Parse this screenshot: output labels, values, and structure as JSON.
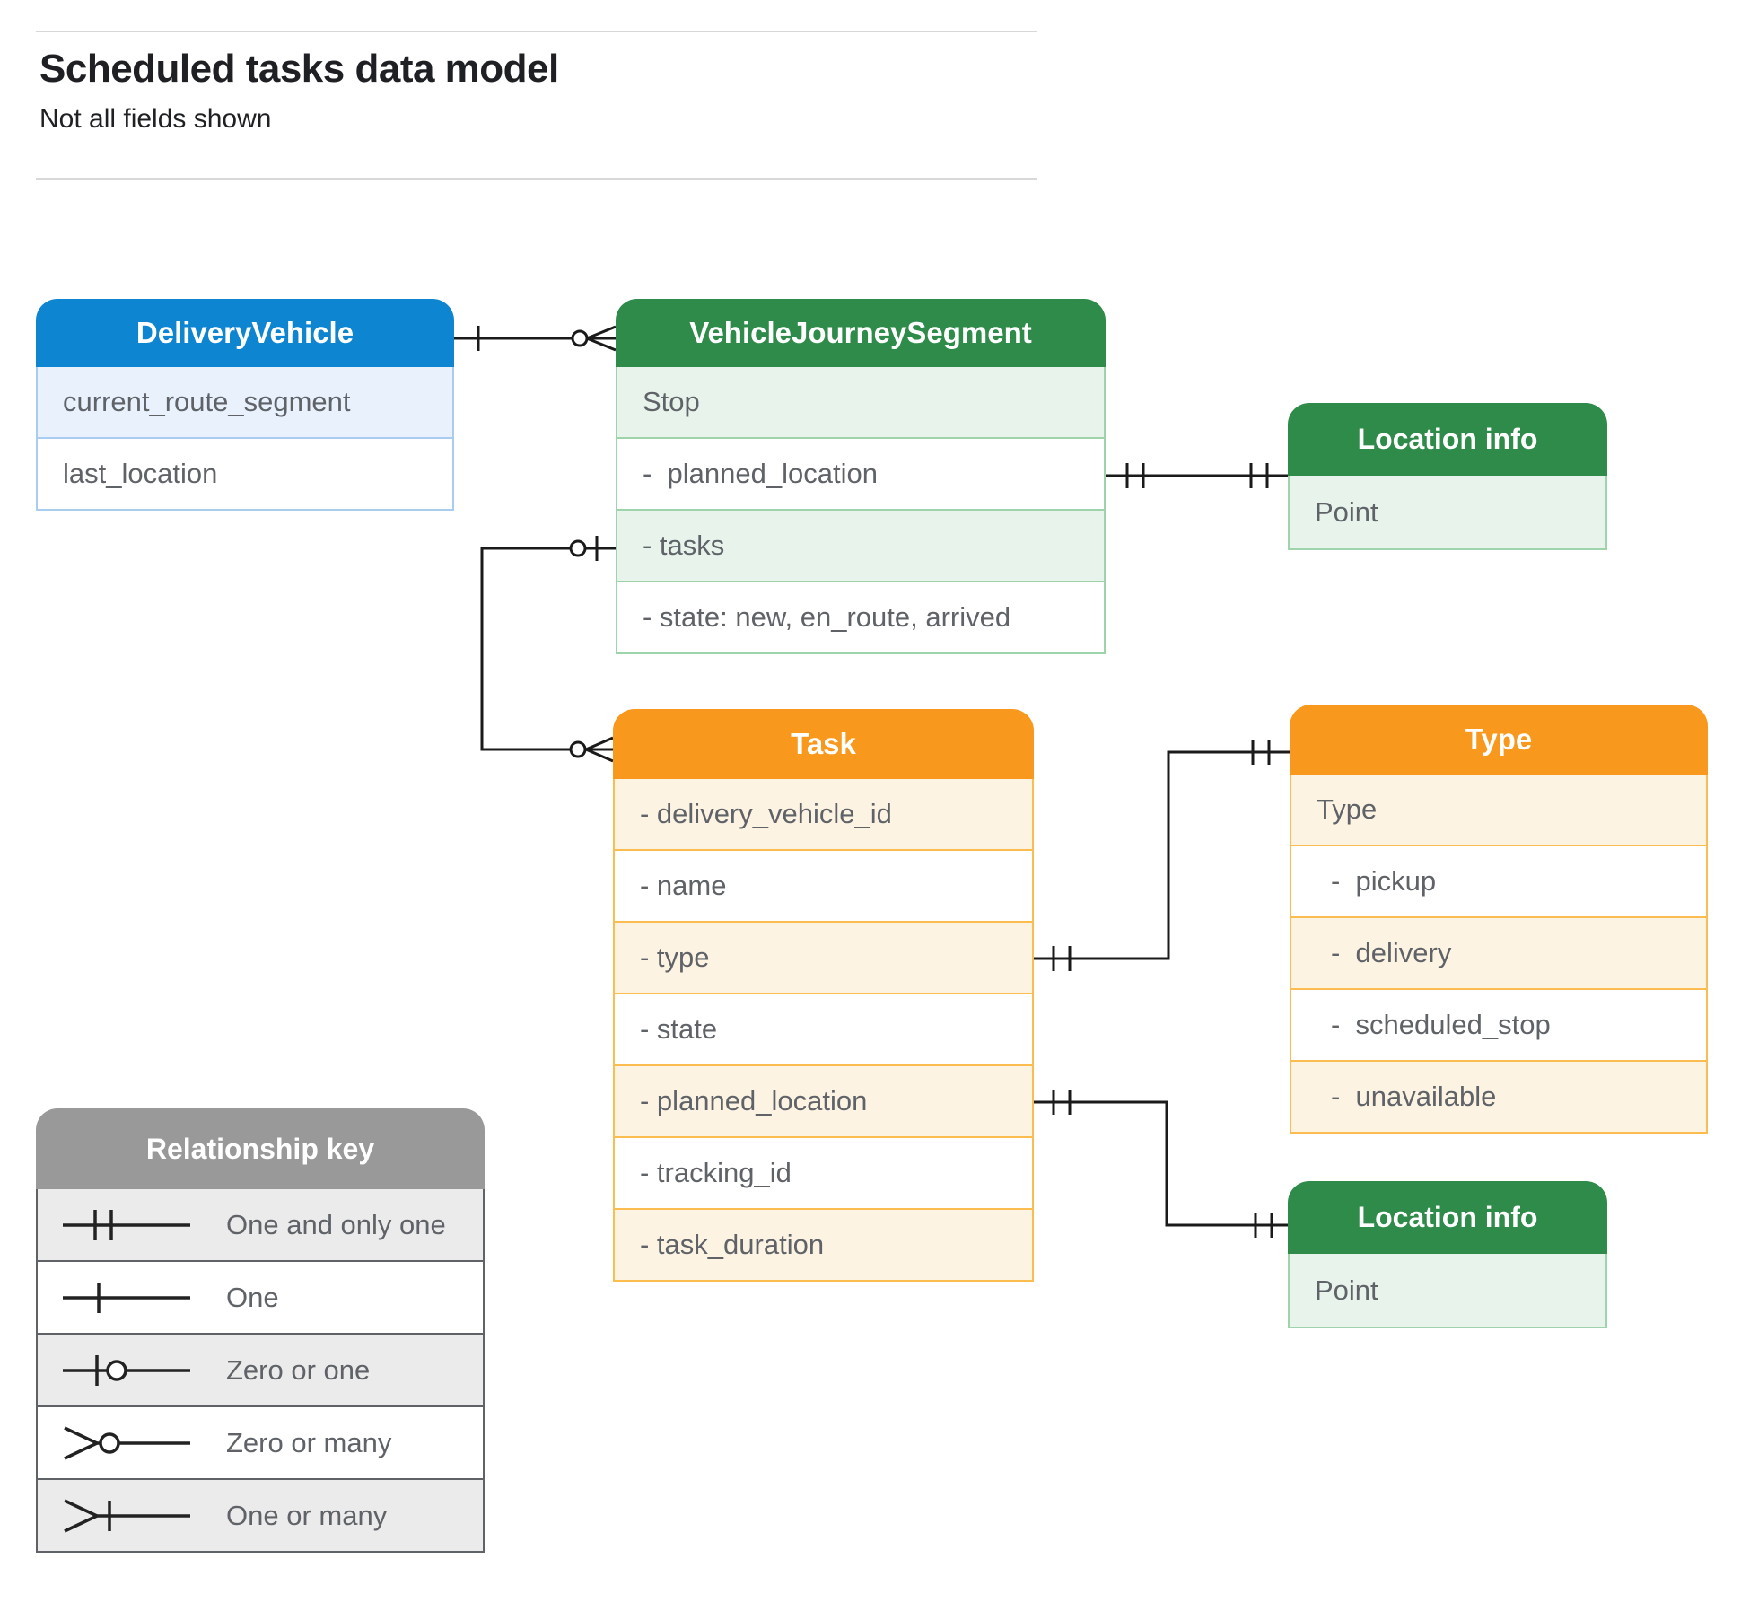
{
  "page": {
    "title": "Scheduled tasks data model",
    "subtitle": "Not all fields shown"
  },
  "colors": {
    "blue_header": "#0d85d1",
    "green_header": "#2e8b49",
    "orange_header": "#f8991d",
    "gray_header": "#999999",
    "row_text": "#5f6368"
  },
  "entities": {
    "delivery_vehicle": {
      "title": "DeliveryVehicle",
      "rows": [
        "current_route_segment",
        "last_location"
      ]
    },
    "vehicle_journey_segment": {
      "title": "VehicleJourneySegment",
      "rows": [
        "Stop",
        "-  planned_location",
        "- tasks",
        "- state: new, en_route, arrived"
      ]
    },
    "location_info_top": {
      "title": "Location info",
      "rows": [
        "Point"
      ]
    },
    "task": {
      "title": "Task",
      "rows": [
        "- delivery_vehicle_id",
        "- name",
        "- type",
        "- state",
        "- planned_location",
        "- tracking_id",
        "- task_duration"
      ]
    },
    "type": {
      "title": "Type",
      "rows": [
        "Type",
        "-  pickup",
        "-  delivery",
        "-  scheduled_stop",
        "-  unavailable"
      ]
    },
    "location_info_bottom": {
      "title": "Location info",
      "rows": [
        "Point"
      ]
    }
  },
  "relationships": [
    {
      "from": "DeliveryVehicle",
      "to": "VehicleJourneySegment",
      "from_cardinality": "one",
      "to_cardinality": "zero-or-many"
    },
    {
      "from": "VehicleJourneySegment.planned_location",
      "to": "Location info",
      "from_cardinality": "one-and-only-one",
      "to_cardinality": "one-and-only-one"
    },
    {
      "from": "VehicleJourneySegment.tasks",
      "to": "Task",
      "from_cardinality": "zero-or-one",
      "to_cardinality": "zero-or-many"
    },
    {
      "from": "Task.type",
      "to": "Type",
      "from_cardinality": "one-and-only-one",
      "to_cardinality": "one-and-only-one"
    },
    {
      "from": "Task.planned_location",
      "to": "Location info",
      "from_cardinality": "one-and-only-one",
      "to_cardinality": "one-and-only-one"
    }
  ],
  "legend": {
    "title": "Relationship key",
    "items": [
      {
        "symbol": "one-and-only-one",
        "label": "One and only one"
      },
      {
        "symbol": "one",
        "label": "One"
      },
      {
        "symbol": "zero-or-one",
        "label": "Zero or one"
      },
      {
        "symbol": "zero-or-many",
        "label": "Zero or many"
      },
      {
        "symbol": "one-or-many",
        "label": "One or many"
      }
    ]
  }
}
